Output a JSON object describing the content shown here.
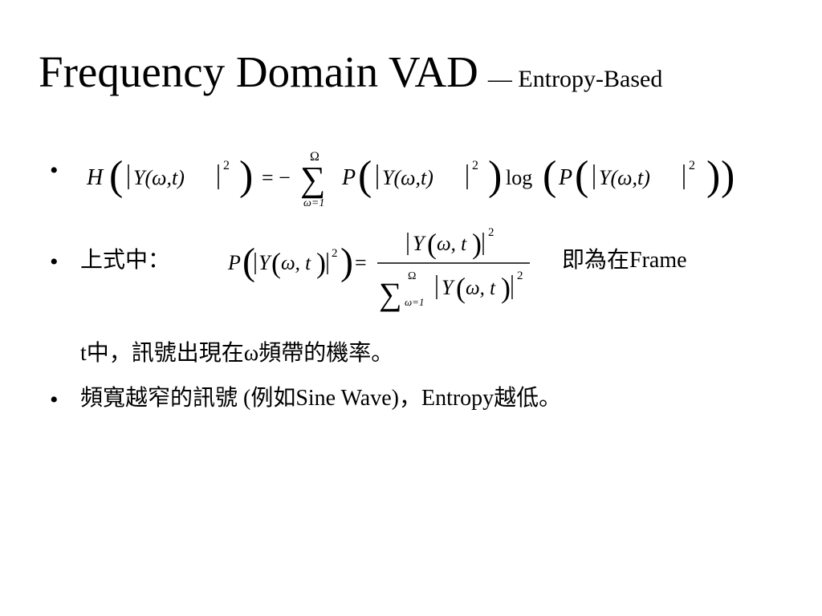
{
  "slide": {
    "title_main": "Frequency Domain VAD",
    "title_sub": "— Entropy-Based",
    "bullet_symbol": "•",
    "bullet2_prefix": "上式中：",
    "bullet2_suffix": "即為在Frame",
    "bullet2_continuation": "t中，訊號出現在ω頻帶的機率。",
    "bullet3_text": "頻寬越窄的訊號 (例如Sine Wave)，Entropy越低。"
  },
  "equations": {
    "entropy": {
      "lhs": "H",
      "Y_arg": "Y(ω,t)",
      "exponent": "2",
      "equals_minus": "= −",
      "sum": "∑",
      "sum_upper": "Ω",
      "sum_lower": "ω=1",
      "P": "P",
      "log": "log"
    },
    "probability": {
      "lhs_P": "P",
      "Y": "Y",
      "args": "ω, t",
      "exponent": "2",
      "equals": "=",
      "sum": "∑",
      "sum_upper": "Ω",
      "sum_lower": "ω=1"
    }
  }
}
